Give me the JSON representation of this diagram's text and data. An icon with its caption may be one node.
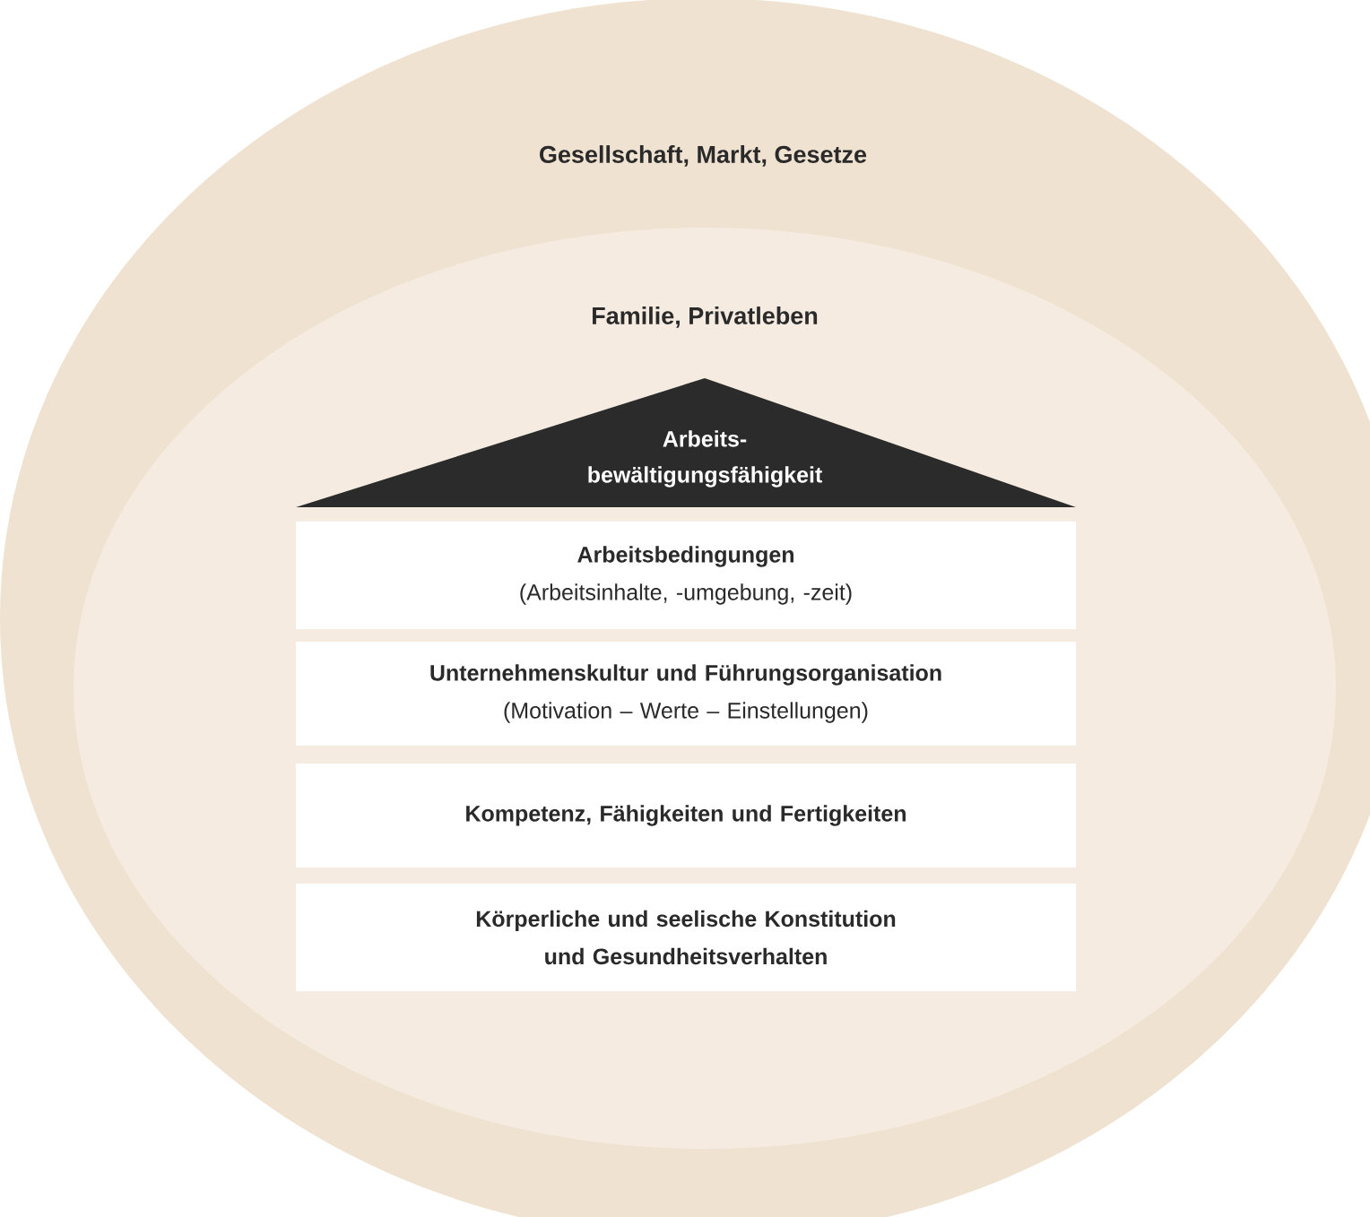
{
  "diagram": {
    "nodes": [
      {
        "text": [
          "Gesellschaft, Markt, Gesetze"
        ]
      },
      {
        "text": [
          "Familie, Privatleben"
        ],
        "in": 0
      },
      {
        "text": [
          "Arbeits- bewältigungsfähigkeit"
        ],
        "in": 1
      },
      {
        "text": [
          "Arbeitsbedingungen",
          "(Arbeitsinhalte, -umgebung, -zeit)"
        ],
        "in": 1
      },
      {
        "text": [
          "Unternehmenskultur und Führungsorganisation",
          "(Motivation – Werte – Einstellungen)"
        ],
        "in": 1
      },
      {
        "text": [
          "Kompetenz, Fähigkeiten und Fertigkeiten"
        ],
        "in": 1
      },
      {
        "text": [
          "Körperliche und seelische Konstitution und Gesundheitsverhalten"
        ],
        "in": 1
      }
    ]
  }
}
